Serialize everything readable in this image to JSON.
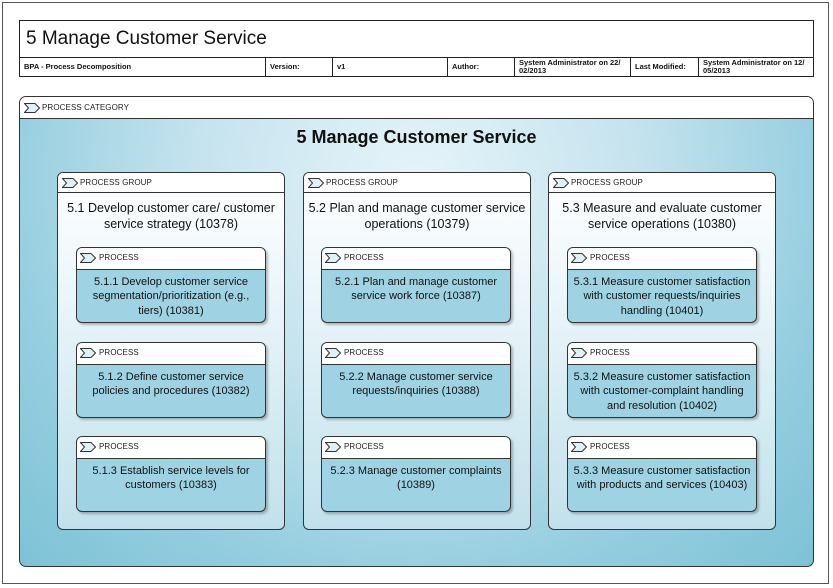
{
  "header": {
    "title": "5 Manage Customer Service",
    "doc_type": "BPA - Process Decomposition",
    "version_label": "Version:",
    "version_value": "v1",
    "author_label": "Author:",
    "author_value": "System Administrator on 22/ 02/2013",
    "modified_label": "Last Modified:",
    "modified_value": "System Administrator on 12/ 05/2013"
  },
  "category": {
    "tag": "PROCESS CATEGORY",
    "title": "5 Manage Customer Service"
  },
  "colors": {
    "category_fill": "#93cddf",
    "process_fill": "#9fd3e4",
    "group_fill": "#eef7fb",
    "outline": "#333333"
  },
  "groups": [
    {
      "tag": "PROCESS GROUP",
      "title": "5.1 Develop customer care/ customer service strategy (10378)",
      "processes": [
        {
          "tag": "PROCESS",
          "title": "5.1.1 Develop customer service segmentation/prioritization (e.g., tiers) (10381)"
        },
        {
          "tag": "PROCESS",
          "title": "5.1.2 Define customer service policies and procedures (10382)"
        },
        {
          "tag": "PROCESS",
          "title": "5.1.3 Establish service levels for customers (10383)"
        }
      ]
    },
    {
      "tag": "PROCESS GROUP",
      "title": "5.2 Plan and manage customer service operations (10379)",
      "processes": [
        {
          "tag": "PROCESS",
          "title": "5.2.1 Plan and manage customer service work force (10387)"
        },
        {
          "tag": "PROCESS",
          "title": "5.2.2 Manage customer service requests/inquiries (10388)"
        },
        {
          "tag": "PROCESS",
          "title": "5.2.3 Manage customer complaints (10389)"
        }
      ]
    },
    {
      "tag": "PROCESS GROUP",
      "title": "5.3 Measure and evaluate customer service operations (10380)",
      "processes": [
        {
          "tag": "PROCESS",
          "title": "5.3.1 Measure customer satisfaction with customer requests/inquiries handling (10401)"
        },
        {
          "tag": "PROCESS",
          "title": "5.3.2 Measure customer satisfaction with customer-complaint handling and resolution (10402)"
        },
        {
          "tag": "PROCESS",
          "title": "5.3.3 Measure customer satisfaction with products and services (10403)"
        }
      ]
    }
  ]
}
